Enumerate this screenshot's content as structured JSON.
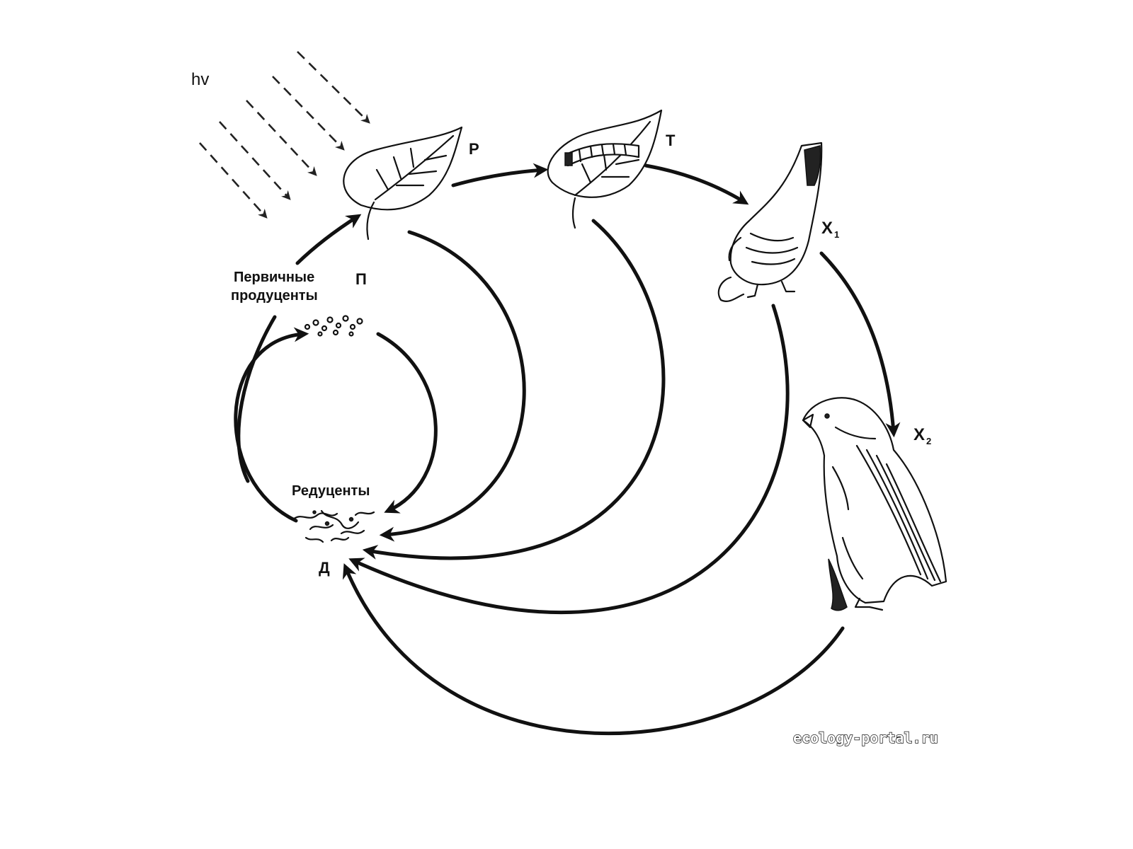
{
  "diagram": {
    "labels": {
      "light": "hv",
      "plant": "P",
      "herbivore": "T",
      "consumer_1": "X",
      "consumer_1_sub": "1",
      "consumer_2": "X",
      "consumer_2_sub": "2",
      "nutrients": "П",
      "producers_line1": "Первичные",
      "producers_line2": "продуценты",
      "decomposers": "Редуценты",
      "decomposers_letter": "Д"
    },
    "watermark": "ecology-portal.ru",
    "colors": {
      "ink": "#111111",
      "background": "#ffffff"
    }
  }
}
